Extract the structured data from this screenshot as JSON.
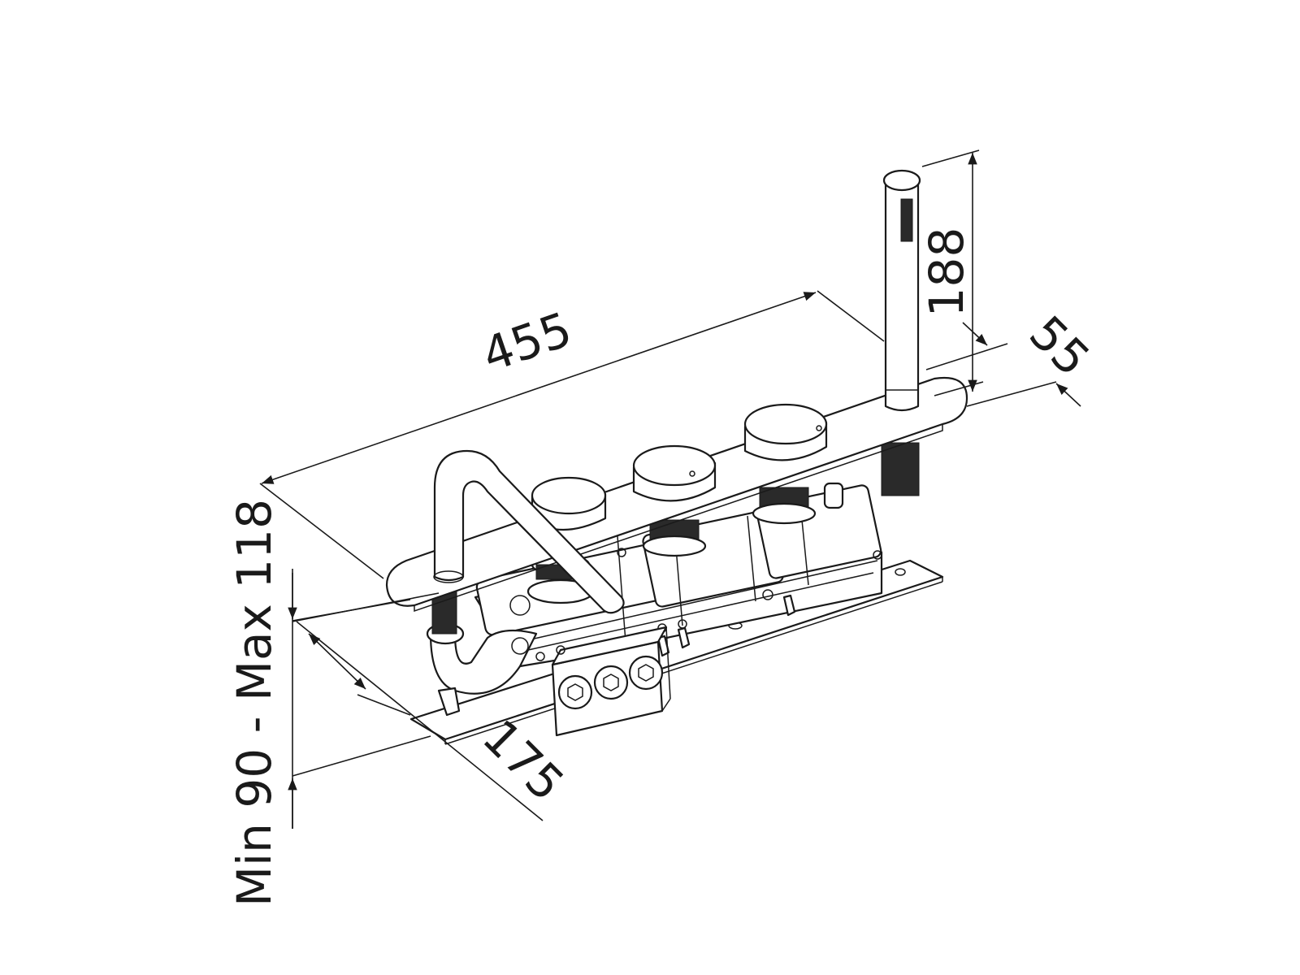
{
  "dimensions": {
    "length": "455",
    "handshower_height": "188",
    "plate_offset": "55",
    "depth": "175",
    "deck_thickness_range": "Min 90 - Max 118"
  },
  "colors": {
    "line": "#1a1a1a",
    "background": "#ffffff"
  }
}
